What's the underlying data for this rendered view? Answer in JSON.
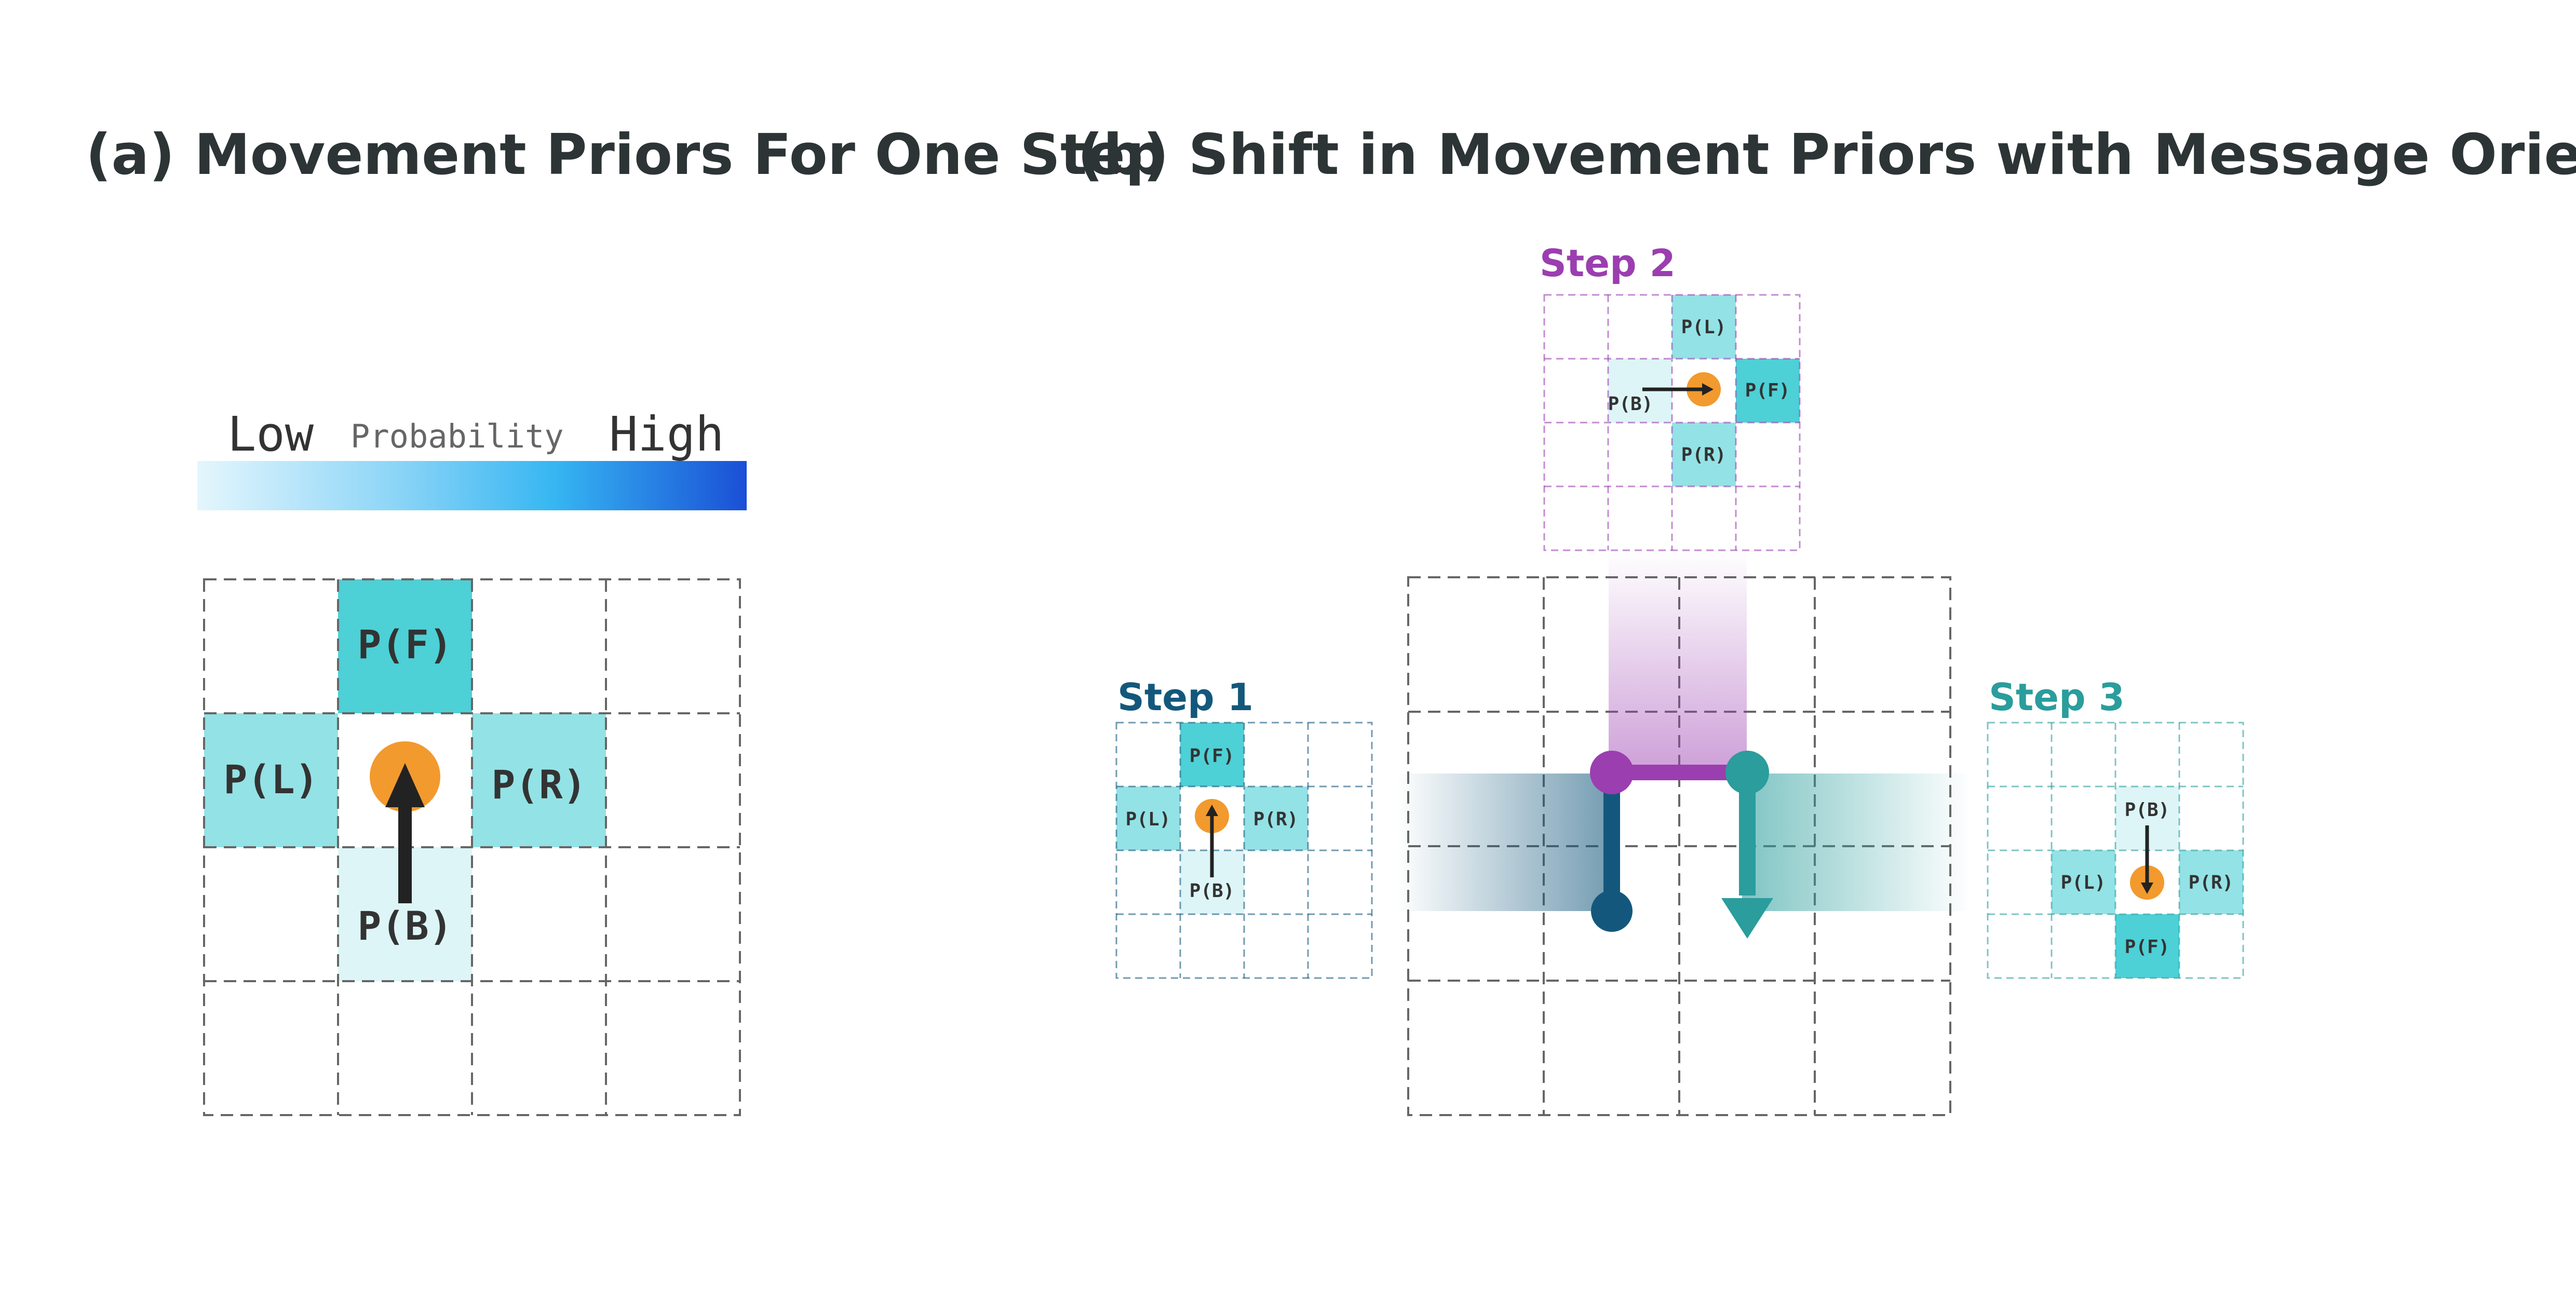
{
  "panel_a": {
    "title": "(a) Movement Priors For One Step",
    "legend": {
      "low": "Low",
      "mid": "Probability",
      "high": "High"
    },
    "labels": {
      "forward": "P(F)",
      "left": "P(L)",
      "right": "P(R)",
      "back": "P(B)"
    }
  },
  "panel_b": {
    "title": "(b)  Shift in Movement Priors with Message Orientation",
    "step1": {
      "title": "Step 1",
      "forward": "P(F)",
      "left": "P(L)",
      "right": "P(R)",
      "back": "P(B)"
    },
    "step2": {
      "title": "Step 2",
      "forward": "P(F)",
      "left": "P(L)",
      "right": "P(R)",
      "back": "P(B)"
    },
    "step3": {
      "title": "Step 3",
      "forward": "P(F)",
      "left": "P(L)",
      "right": "P(R)",
      "back": "P(B)"
    }
  },
  "colors": {
    "prob_high": "#4dd0d6",
    "prob_mid": "#93e2e6",
    "prob_low": "#ddf5f7",
    "agent": "#f29a2e",
    "arrow": "#222222",
    "step1": "#13587c",
    "step2": "#9b3eb0",
    "step3": "#2a9d9c",
    "grid": "#777777"
  }
}
